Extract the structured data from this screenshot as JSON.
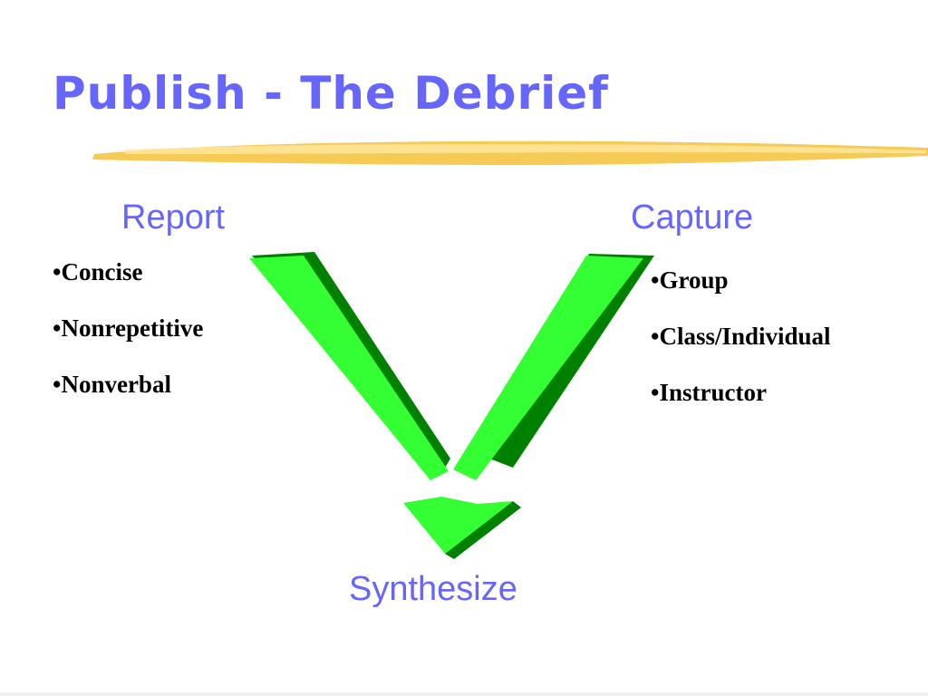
{
  "slide": {
    "title": "Publish - The Debrief",
    "left_heading": "Report",
    "right_heading": "Capture",
    "bottom_heading": "Synthesize",
    "left_items": [
      "•Concise",
      "•Nonrepetitive",
      "•Nonverbal"
    ],
    "right_items": [
      "•Group",
      "•Class/Individual",
      "•Instructor"
    ]
  },
  "icons": {
    "arrow": "v-arrow-down-icon",
    "underline": "highlighter-stroke"
  },
  "colors": {
    "title": "#6666ff",
    "heading": "#6666ff",
    "text": "#000000",
    "arrow_face": "#33ff33",
    "arrow_side": "#008000",
    "underline": "#f5c542"
  }
}
